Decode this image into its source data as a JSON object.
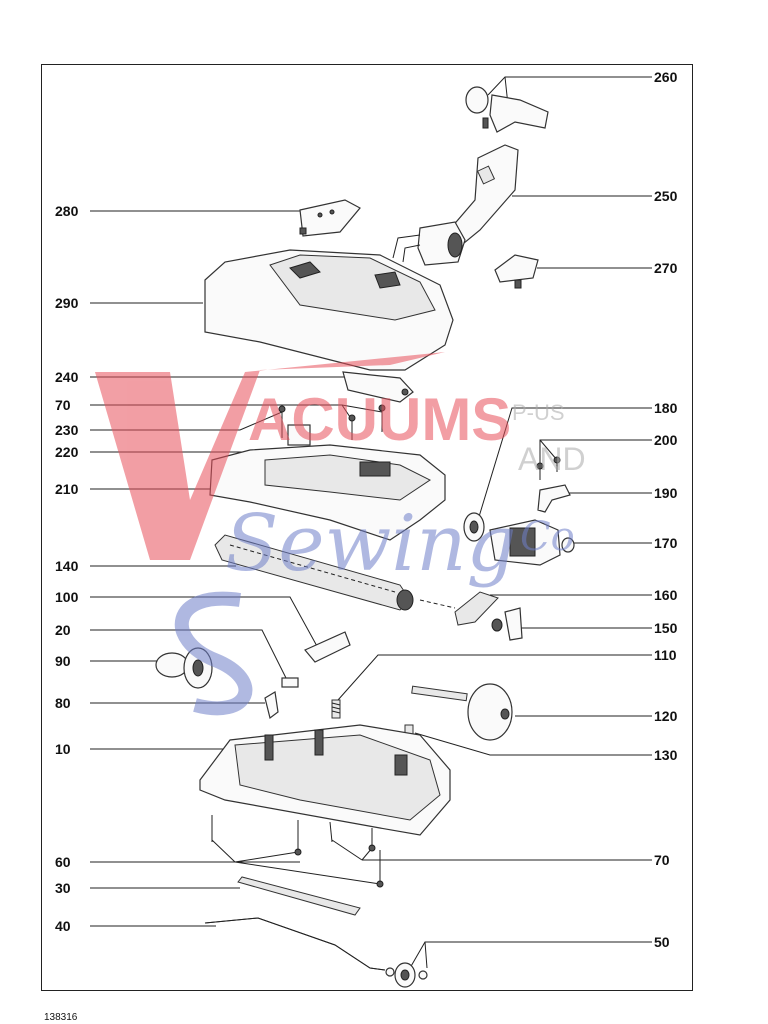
{
  "document_number": "138316",
  "watermark": {
    "word1": "ACUUMS",
    "plus_us": "P-US",
    "and": "AND",
    "word2": "Sewing",
    "word2_tail": "Co",
    "colors": {
      "red": "#e8505b",
      "blue": "#6f7fc9"
    }
  },
  "callouts": [
    {
      "id": "260",
      "text": "260"
    },
    {
      "id": "250",
      "text": "250"
    },
    {
      "id": "280",
      "text": "280"
    },
    {
      "id": "270",
      "text": "270"
    },
    {
      "id": "290",
      "text": "290"
    },
    {
      "id": "240",
      "text": "240"
    },
    {
      "id": "70a",
      "text": "70"
    },
    {
      "id": "180",
      "text": "180"
    },
    {
      "id": "230",
      "text": "230"
    },
    {
      "id": "200",
      "text": "200"
    },
    {
      "id": "220",
      "text": "220"
    },
    {
      "id": "210",
      "text": "210"
    },
    {
      "id": "190",
      "text": "190"
    },
    {
      "id": "170",
      "text": "170"
    },
    {
      "id": "140",
      "text": "140"
    },
    {
      "id": "160",
      "text": "160"
    },
    {
      "id": "100",
      "text": "100"
    },
    {
      "id": "150",
      "text": "150"
    },
    {
      "id": "20",
      "text": "20"
    },
    {
      "id": "110",
      "text": "110"
    },
    {
      "id": "90",
      "text": "90"
    },
    {
      "id": "80",
      "text": "80"
    },
    {
      "id": "120",
      "text": "120"
    },
    {
      "id": "10",
      "text": "10"
    },
    {
      "id": "130",
      "text": "130"
    },
    {
      "id": "60",
      "text": "60"
    },
    {
      "id": "70b",
      "text": "70"
    },
    {
      "id": "30",
      "text": "30"
    },
    {
      "id": "40",
      "text": "40"
    },
    {
      "id": "50",
      "text": "50"
    }
  ]
}
